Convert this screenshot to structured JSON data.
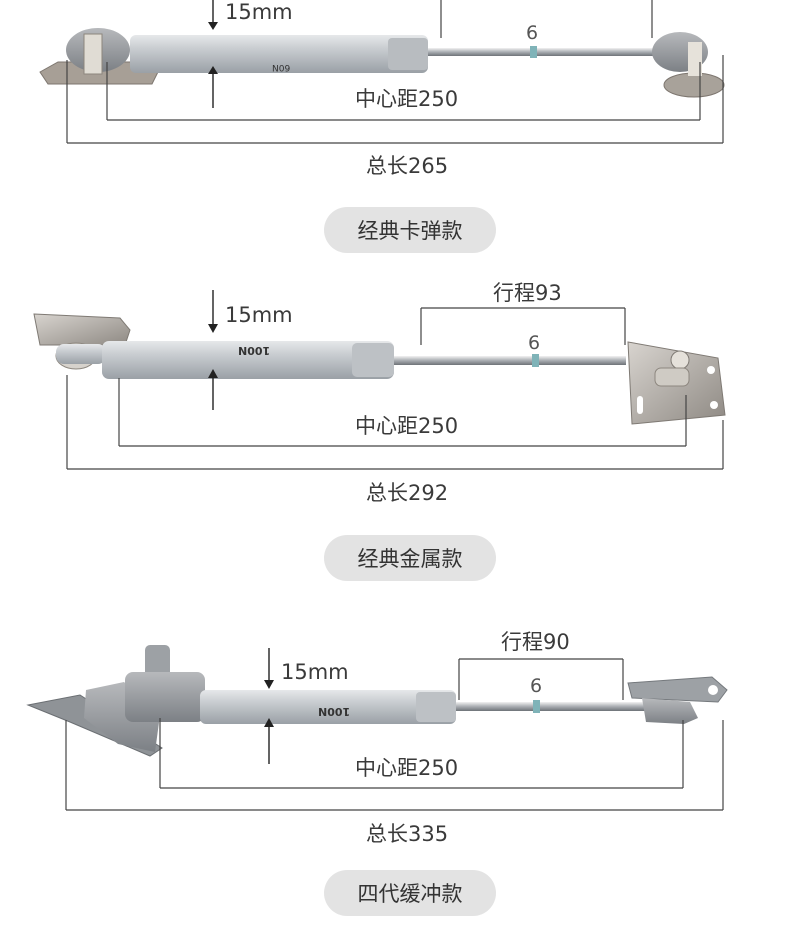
{
  "products": [
    {
      "name": "经典卡弹款",
      "diameter": "15mm",
      "center_distance": "中心距250",
      "total_length": "总长265",
      "rod_marker": "6",
      "body_label": "60N"
    },
    {
      "name": "经典金属款",
      "diameter": "15mm",
      "stroke": "行程93",
      "center_distance": "中心距250",
      "total_length": "总长292",
      "rod_marker": "6",
      "body_label": "100N"
    },
    {
      "name": "四代缓冲款",
      "diameter": "15mm",
      "stroke": "行程90",
      "center_distance": "中心距250",
      "total_length": "总长335",
      "rod_marker": "6",
      "body_label": "100N"
    }
  ]
}
